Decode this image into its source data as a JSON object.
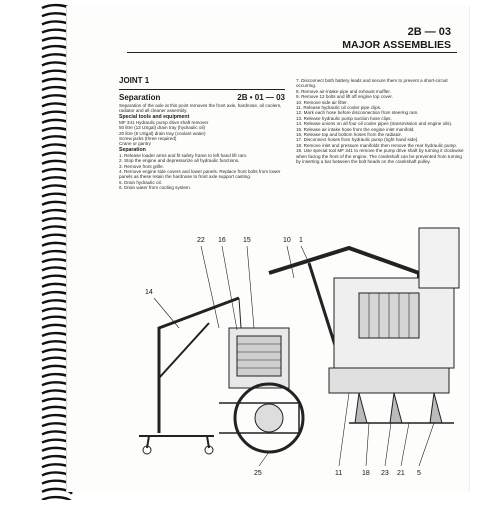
{
  "header": {
    "page_number": "2B — 03",
    "section_title": "MAJOR ASSEMBLIES"
  },
  "joint": {
    "title": "JOINT 1"
  },
  "separation": {
    "heading": "Separation",
    "code": "2B • 01 — 03"
  },
  "left_column": [
    {
      "kind": "text",
      "text": "Separation of the axle at this point removes the front axle, hardnose, oil coolers, radiator and all cleaner assembly."
    },
    {
      "kind": "heading",
      "text": "Special tools and equipment"
    },
    {
      "kind": "text",
      "text": "MF 341 Hydraulic pump drive shaft remover"
    },
    {
      "kind": "text",
      "text": "50 litre (13 USgal) drain tray (hydraulic oil)"
    },
    {
      "kind": "text",
      "text": "20 litre (5 USgal) drain tray (coolant water)"
    },
    {
      "kind": "text",
      "text": "Screw jacks (three required)"
    },
    {
      "kind": "text",
      "text": "Crane or gantry"
    },
    {
      "kind": "heading",
      "text": "Separation"
    },
    {
      "kind": "text",
      "text": "1. Release loader arms and fit safety frame to left hand lift ram."
    },
    {
      "kind": "text",
      "text": "2. Stop the engine and depressurize all hydraulic functions."
    },
    {
      "kind": "text",
      "text": "3. Remove front grille."
    },
    {
      "kind": "text",
      "text": "4. Remove engine side covers and lower panels. Replace front bolts from lower panels as these retain the hardnose to front axle support casting."
    },
    {
      "kind": "text",
      "text": "5. Drain hydraulic oil."
    },
    {
      "kind": "text",
      "text": "6. Drain water from cooling system."
    }
  ],
  "right_column": [
    "7. Disconnect both battery leads and secure them to prevent a short-circuit occurring.",
    "8. Remove air-intake pipe and exhaust muffler.",
    "9. Remove 12 bolts and lift off engine top cover.",
    "10. Remove side air filter.",
    "11. Release hydraulic oil cooler pipe clips.",
    "12. Mark each hose before disconnection from steering ram.",
    "13. Release hydraulic pump suction hose clips.",
    "14. Release unions on all four oil cooler pipes (transmission and engine oils).",
    "15. Release air intake hose from the engine inlet manifold.",
    "16. Release top and bottom hoses from the radiator.",
    "17. Disconnect hoses from hydraulic pump (right hand side).",
    "18. Remove inlet and pressure manifolds then remove the rear hydraulic pump.",
    "19. Use special tool MF 341 to remove the pump drive shaft by turning it clockwise when facing the front of the engine. The crankshaft can be prevented from turning by inserting a bar between the bolt heads on the crankshaft pulley."
  ],
  "diagram": {
    "callouts_top": [
      "22",
      "16",
      "15",
      "10",
      "1"
    ],
    "callout_left": "14",
    "callouts_bottom": [
      "25",
      "11",
      "18",
      "23",
      "21",
      "5"
    ]
  }
}
